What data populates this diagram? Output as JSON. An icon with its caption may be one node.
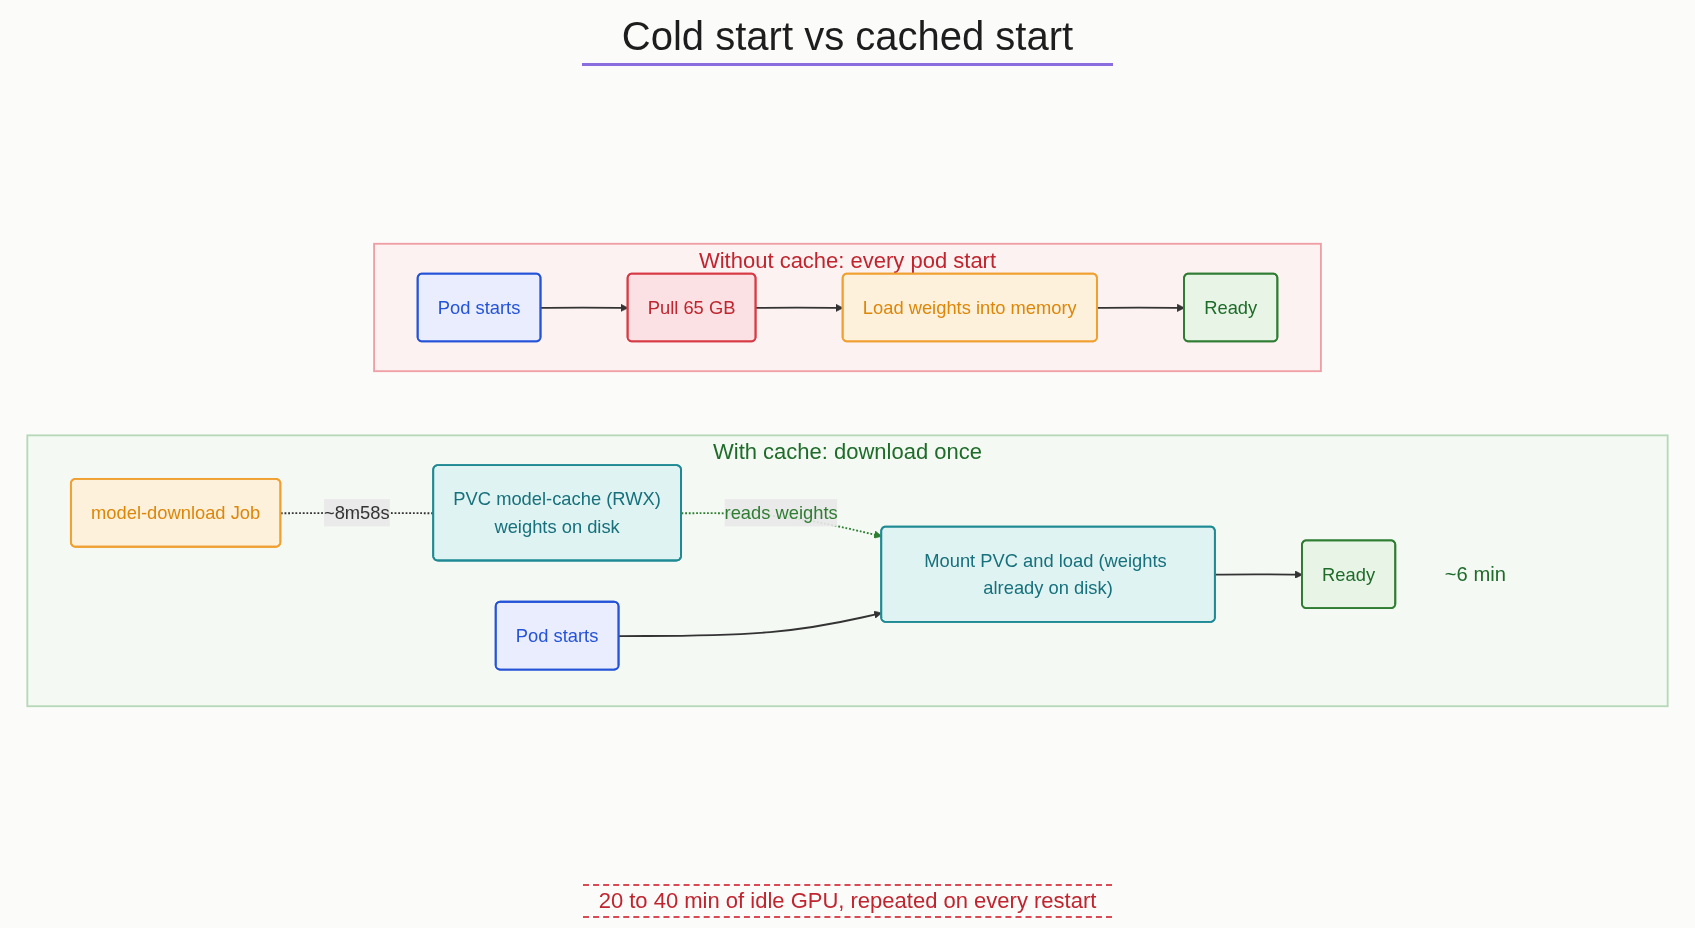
{
  "diagram": {
    "title": "Cold start vs cached start",
    "nodes": [
      {
        "text": [
          "Without cache: every pod start"
        ]
      },
      {
        "text": [
          "Pod starts"
        ],
        "in": 0
      },
      {
        "text": [
          "Pull 65 GB"
        ],
        "in": 0
      },
      {
        "text": [
          "Load weights into memory"
        ],
        "in": 0
      },
      {
        "text": [
          "Ready"
        ],
        "in": 0
      },
      {
        "text": [
          "With cache: download once"
        ]
      },
      {
        "text": [
          "model-download Job"
        ],
        "in": 5
      },
      {
        "text": [
          "PVC model-cache (RWX)",
          "weights on disk"
        ],
        "in": 5
      },
      {
        "text": [
          "Pod starts"
        ],
        "in": 5
      },
      {
        "text": [
          "Mount PVC and load (weights already on disk)"
        ],
        "in": 5
      },
      {
        "text": [
          "Ready"
        ],
        "in": 5,
        "beside": [
          "~6 min"
        ]
      }
    ],
    "edges": [
      {
        "from": 1,
        "to": 2,
        "arrow": "to"
      },
      {
        "from": 2,
        "to": 3,
        "arrow": "to"
      },
      {
        "from": 3,
        "to": 4,
        "arrow": "to"
      },
      {
        "from": 6,
        "to": 7,
        "arrow": "none",
        "label": "~8m58s",
        "style": "dashed"
      },
      {
        "from": 7,
        "to": 9,
        "arrow": "to",
        "label": "reads weights",
        "style": "dashed",
        "color": "#2f7d32"
      },
      {
        "from": 8,
        "to": 9,
        "arrow": "to"
      },
      {
        "from": 9,
        "to": 10,
        "arrow": "to"
      }
    ],
    "labels": [
      "20 to 40 min of idle GPU, repeated on every restart"
    ]
  }
}
